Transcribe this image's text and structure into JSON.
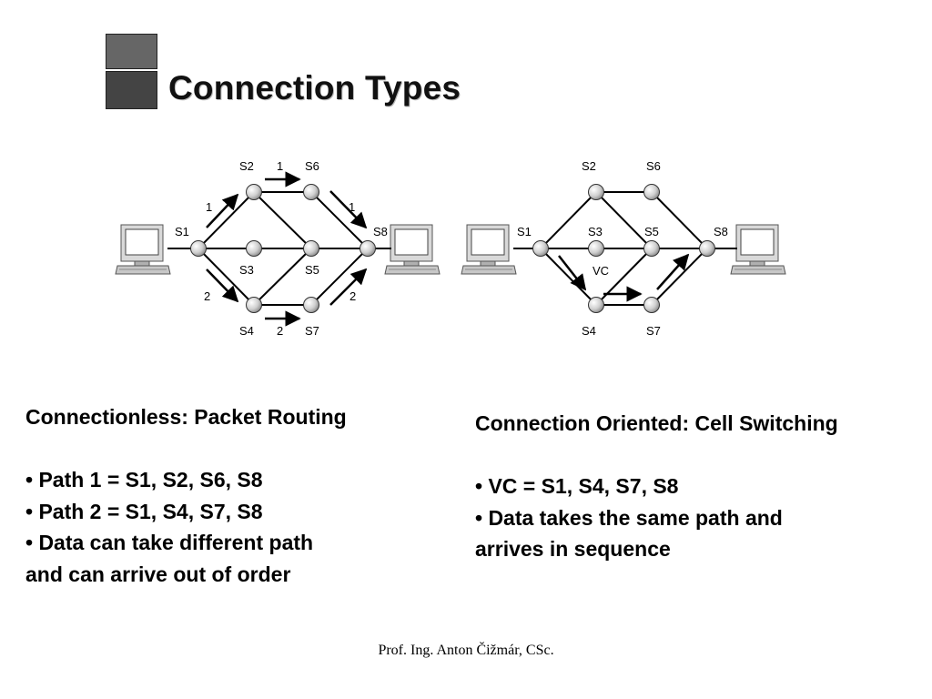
{
  "title": "Connection Types",
  "diagram_left": {
    "switch_labels": {
      "s1": "S1",
      "s2": "S2",
      "s3": "S3",
      "s4": "S4",
      "s5": "S5",
      "s6": "S6",
      "s7": "S7",
      "s8": "S8"
    },
    "path_labels": [
      "1",
      "1",
      "1",
      "2",
      "2",
      "2"
    ]
  },
  "diagram_right": {
    "switch_labels": {
      "s1": "S1",
      "s2": "S2",
      "s3": "S3",
      "s4": "S4",
      "s5": "S5",
      "s6": "S6",
      "s7": "S7",
      "s8": "S8"
    },
    "vc_label": "VC"
  },
  "connectionless": {
    "heading": "Connectionless: Packet Routing",
    "bullets": [
      "• Path 1 = S1, S2, S6, S8",
      "• Path 2 = S1, S4, S7, S8",
      "• Data can take different path"
    ],
    "continuation": "and can arrive out of order"
  },
  "connection_oriented": {
    "heading": "Connection Oriented: Cell Switching",
    "bullets": [
      "• VC = S1, S4, S7, S8",
      "• Data takes the same path and"
    ],
    "continuation": "arrives in sequence"
  },
  "footer": "Prof. Ing. Anton Čižmár, CSc."
}
